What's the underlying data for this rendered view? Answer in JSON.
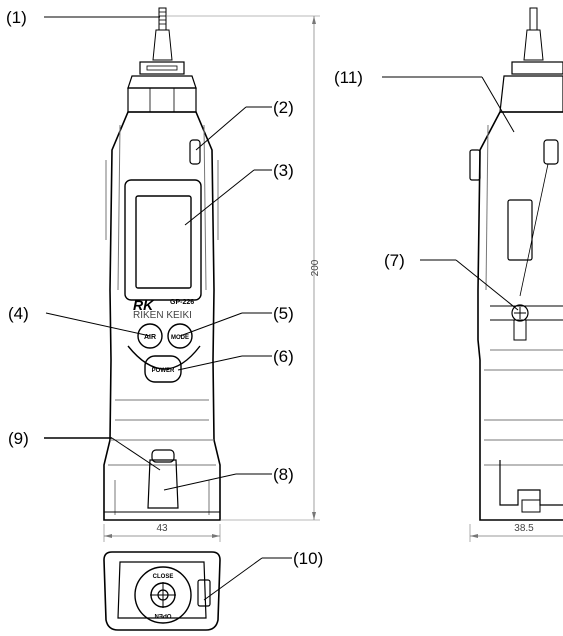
{
  "callouts": {
    "c1": "(1)",
    "c2": "(2)",
    "c3": "(3)",
    "c4": "(4)",
    "c5": "(5)",
    "c6": "(6)",
    "c7": "(7)",
    "c8": "(8)",
    "c9": "(9)",
    "c10": "(10)",
    "c11": "(11)"
  },
  "dimensions": {
    "height": "200",
    "front_width": "43",
    "side_width": "38.5"
  },
  "device": {
    "brand": "RK",
    "model": "GP-226",
    "brand_sub": "RIKEN KEIKI",
    "air_button": "AIR",
    "mode_button": "MODE",
    "power_button": "POWER",
    "close_label": "CLOSE",
    "open_label": "OPEN"
  }
}
